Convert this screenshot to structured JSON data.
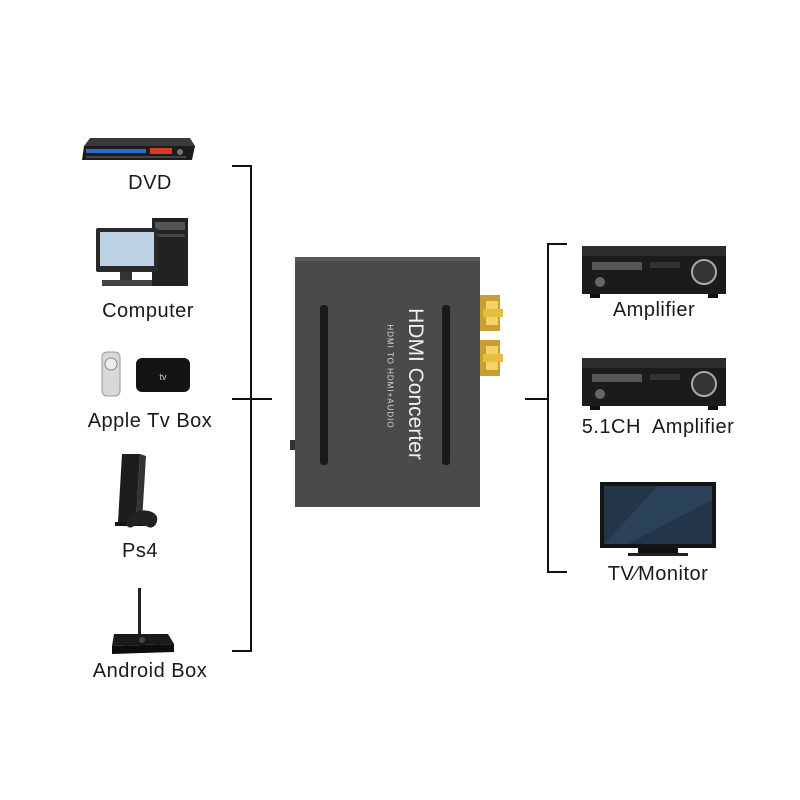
{
  "inputs": [
    {
      "id": "dvd",
      "label": "DVD",
      "icon": "dvd-player-icon"
    },
    {
      "id": "computer",
      "label": "Computer",
      "icon": "desktop-computer-icon"
    },
    {
      "id": "appletv",
      "label": "Apple Tv  Box",
      "icon": "apple-tv-box-icon"
    },
    {
      "id": "ps4",
      "label": "Ps4",
      "icon": "ps4-console-icon"
    },
    {
      "id": "android",
      "label": "Android Box",
      "icon": "android-box-icon"
    }
  ],
  "device": {
    "title": "HDMI Concerter",
    "subtitle": "HDMI TO HDMI+AUDIO",
    "body_color": "#4a4a4a",
    "connector_color": "#e8c34a"
  },
  "outputs": [
    {
      "id": "amp1",
      "label": "Amplifier",
      "icon": "av-receiver-icon"
    },
    {
      "id": "amp2",
      "label": "5.1CH  Amplifier",
      "icon": "av-receiver-icon"
    },
    {
      "id": "tv",
      "label": "TV∕Monitor",
      "icon": "tv-monitor-icon"
    }
  ]
}
